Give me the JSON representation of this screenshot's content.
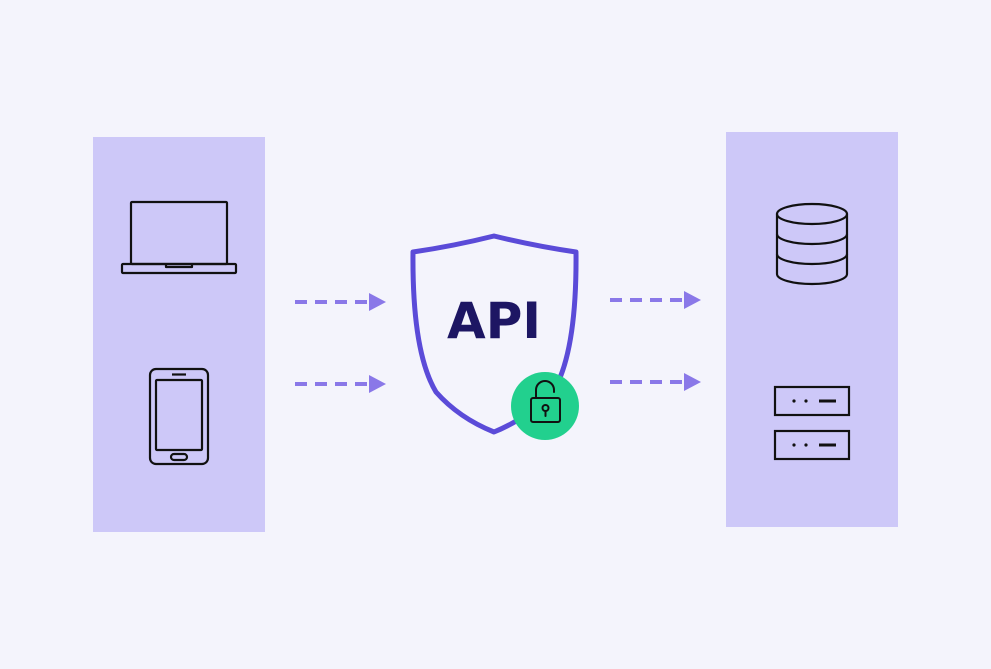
{
  "shield": {
    "label": "API"
  },
  "icons": {
    "clients": [
      "laptop-icon",
      "smartphone-icon"
    ],
    "backends": [
      "database-icon",
      "server-icon"
    ],
    "badge": "unlocked-padlock-icon"
  },
  "colors": {
    "background": "#f4f4fc",
    "panel": "#cdc8f8",
    "shield_stroke": "#5b4bd8",
    "arrow": "#8a78e8",
    "label": "#1d1663",
    "lock_badge": "#22d08e",
    "icon_stroke": "#111111"
  },
  "flows": [
    {
      "from": "laptop",
      "to": "API"
    },
    {
      "from": "smartphone",
      "to": "API"
    },
    {
      "from": "API",
      "to": "database"
    },
    {
      "from": "API",
      "to": "server"
    }
  ]
}
